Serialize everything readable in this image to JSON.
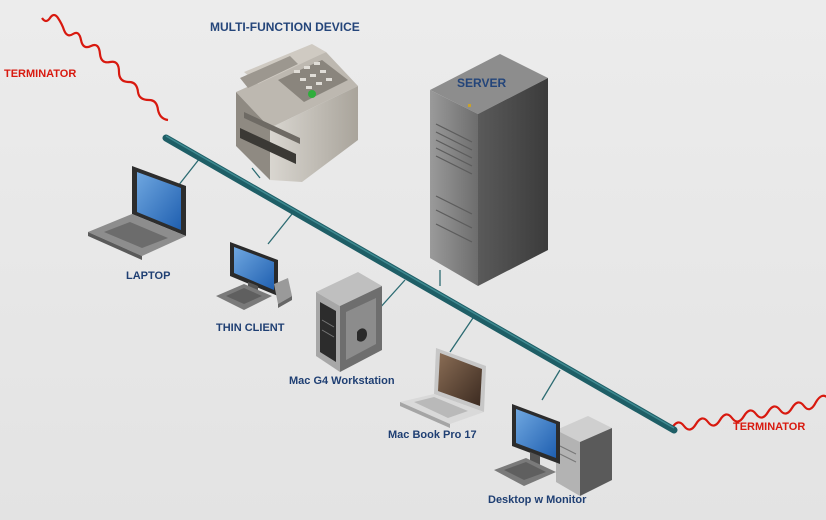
{
  "labels": {
    "mfd": "MULTI-FUNCTION DEVICE",
    "server": "SERVER",
    "terminator_left": "TERMINATOR",
    "terminator_right": "TERMINATOR",
    "laptop": "LAPTOP",
    "thin_client": "THIN CLIENT",
    "mac_g4": "Mac G4 Workstation",
    "macbook": "Mac Book Pro 17",
    "desktop": "Desktop w Monitor"
  },
  "colors": {
    "bus": "#1e5e66",
    "terminator": "#d8190f",
    "label": "#1f3f73",
    "drop_line": "#2c6b72"
  },
  "icons": [
    "multi-function-device-icon",
    "server-tower-icon",
    "laptop-icon",
    "thin-client-icon",
    "mac-g4-tower-icon",
    "macbook-pro-icon",
    "desktop-monitor-icon"
  ]
}
